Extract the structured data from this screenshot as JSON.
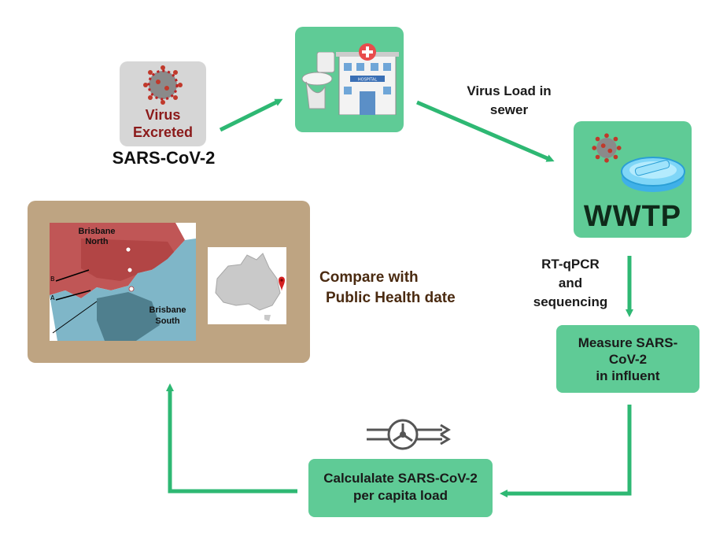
{
  "virus_card": {
    "icon": "coronavirus-icon",
    "label_line1": "Virus",
    "label_line2": "Excreted",
    "label_color": "#8b1a1a"
  },
  "virus_name": "SARS-CoV-2",
  "toilet_hospital_card": {
    "icons": [
      "toilet-icon",
      "hospital-icon"
    ],
    "hospital_sign": "HOSPITAL"
  },
  "sewer_label": {
    "line1": "Virus Load in",
    "line2": "sewer"
  },
  "wwtp_card": {
    "label": "WWTP",
    "icons": [
      "coronavirus-icon",
      "petri-dish-icon"
    ]
  },
  "rtqpcr_label": {
    "line1": "RT-qPCR",
    "line2": "and",
    "line3": "sequencing"
  },
  "measure_box": {
    "line1": "Measure SARS-",
    "line2": "CoV-2",
    "line3": "in influent"
  },
  "calculate_box": {
    "line1": "Calculalate SARS-CoV-2",
    "line2": "per capita load"
  },
  "map_panel": {
    "north_line1": "Brisbane",
    "north_line2": "North",
    "south_line1": "Brisbane",
    "south_line2": "South",
    "marker_b": "B",
    "marker_a": "A",
    "inset": "australia-map-with-pin"
  },
  "compare_label": {
    "line1": "Compare with",
    "line2": "Public Health date",
    "color": "#4a2a10"
  },
  "colors": {
    "green_card": "#5fcb96",
    "arrow_green": "#2eb873",
    "map_bg": "#bea482",
    "north_red": "#c05656",
    "south_blue": "#7fb6c8"
  }
}
